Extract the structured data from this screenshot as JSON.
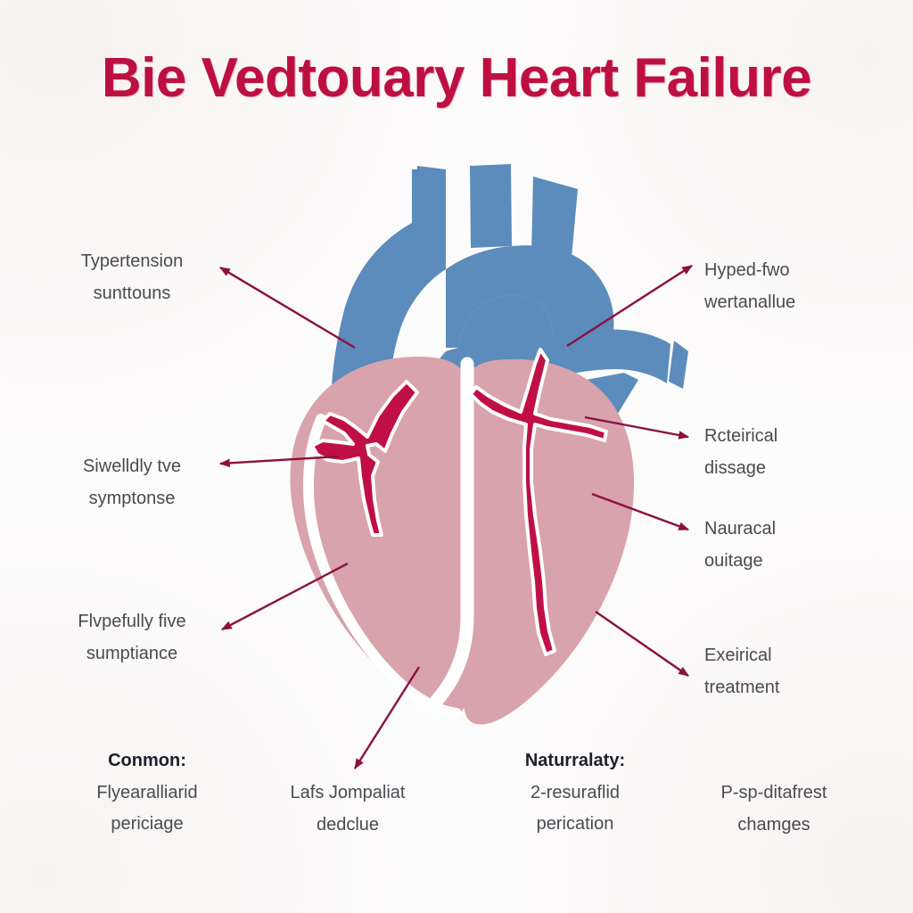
{
  "title": "Bie Vedtouary Heart Failure",
  "colors": {
    "title": "#bd1040",
    "vessel_blue": "#5b8cbb",
    "myocardium_pink": "#d9a3ab",
    "artery_crimson": "#c00f46",
    "leader_line": "#8b1040",
    "label_text": "#4a4a50",
    "heading_text": "#20202a",
    "background": "#fdfcfc"
  },
  "left_labels": [
    {
      "line1": "Typertension",
      "line2": "sunttouns"
    },
    {
      "line1": "Siwelldly tve",
      "line2": "symptonse"
    },
    {
      "line1": "Flvpefully five",
      "line2": "sumptiance"
    }
  ],
  "right_labels": [
    {
      "line1": "Hyped-fwo",
      "line2": "wertanallue"
    },
    {
      "line1": "Rcteirical",
      "line2": "dissage"
    },
    {
      "line1": "Nauracal",
      "line2": "ouitage"
    },
    {
      "line1": "Exeirical",
      "line2": "treatment"
    }
  ],
  "bottom_blocks": [
    {
      "heading": "Conmon:",
      "line1": "Flyearalliarid",
      "line2": "periciage"
    },
    {
      "heading": "",
      "line1": "Lafs Jompaliat",
      "line2": "dedclue"
    },
    {
      "heading": "Naturralaty:",
      "line1": "2-resuraflid",
      "line2": "perication"
    },
    {
      "heading": "",
      "line1": "P-sp-ditafrest",
      "line2": "chamges"
    }
  ],
  "illustration": {
    "name": "anatomical-heart-diagram",
    "parts": [
      "aortic-arch",
      "brachiocephalic-branches",
      "pulmonary-artery",
      "superior-vena-cava",
      "left-ventricle",
      "right-ventricle",
      "left-coronary-artery",
      "right-coronary-artery"
    ]
  }
}
